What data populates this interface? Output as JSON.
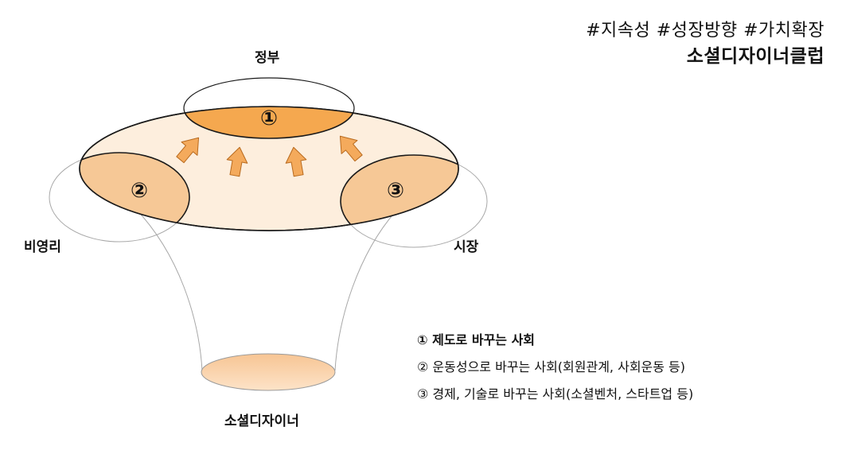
{
  "header": {
    "tags": "#지속성 #성장방향 #가치확장",
    "title": "소셜디자이너클럽"
  },
  "labels": {
    "government": "정부",
    "nonprofit": "비영리",
    "market": "시장",
    "social_designer": "소셜디자이너"
  },
  "markers": {
    "one": "①",
    "two": "②",
    "three": "③"
  },
  "legend": [
    {
      "text": "① 제도로 바꾸는 사회"
    },
    {
      "text": "② 운동성으로 바꾸는 사회(회원관계, 사회운동 등)"
    },
    {
      "text": "③ 경제, 기술로 바꾸는 사회(소셜벤처, 스타트업 등)"
    }
  ],
  "colors": {
    "main_ellipse_fill": "#fdeedd",
    "overlap_1_fill": "#f5a84f",
    "overlap_side_fill": "#f6c896",
    "arrow_fill": "#f4aa5c",
    "outline": "#1a1a1a",
    "faint_outline": "#9a9a9a"
  }
}
